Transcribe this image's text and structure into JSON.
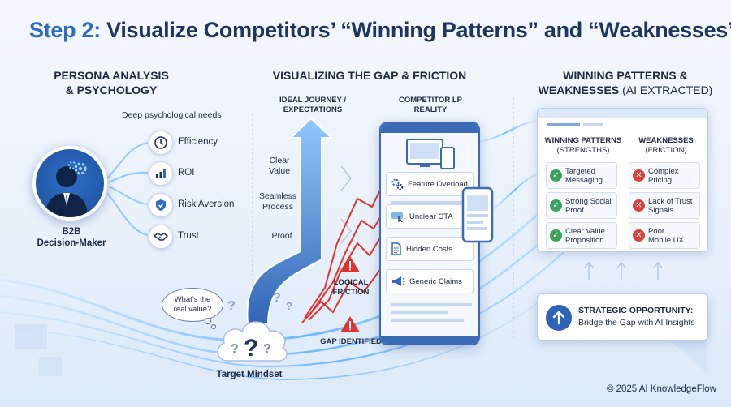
{
  "title": {
    "step": "Step 2:",
    "rest": " Visualize Competitors’ “Winning Patterns” and “Weaknesses”"
  },
  "persona": {
    "heading_line1": "PERSONA ANALYSIS",
    "heading_line2": "& PSYCHOLOGY",
    "needs_caption": "Deep psychological needs",
    "role_line1": "B2B",
    "role_line2": "Decision-Maker",
    "needs": [
      {
        "label": "Efficiency",
        "icon": "clock-icon"
      },
      {
        "label": "ROI",
        "icon": "bar-chart-icon"
      },
      {
        "label": "Risk Aversion",
        "icon": "shield-icon"
      },
      {
        "label": "Trust",
        "icon": "handshake-icon"
      }
    ]
  },
  "gap": {
    "heading": "VISUALIZING THE GAP & FRICTION",
    "ideal_line1": "IDEAL JOURNEY /",
    "ideal_line2": "EXPECTATIONS",
    "competitor_line1": "COMPETITOR LP",
    "competitor_line2": "REALITY",
    "journey": [
      {
        "line1": "Clear",
        "line2": "Value"
      },
      {
        "line1": "Seamless",
        "line2": "Process"
      },
      {
        "line1": "Proof",
        "line2": ""
      }
    ],
    "lp_items": [
      {
        "label": "Feature Overload",
        "icon": "gears-icon"
      },
      {
        "label": "Unclear CTA",
        "icon": "cursor-button-icon"
      },
      {
        "label": "Hidden Costs",
        "icon": "document-icon"
      },
      {
        "label": "Generic Claims",
        "icon": "megaphone-icon"
      }
    ],
    "logical_line1": "LOGICAL",
    "logical_line2": "FRICTION",
    "gap_identified": "GAP IDENTIFIED",
    "bubble_line1": "What’s the",
    "bubble_line2": "real value?",
    "mindset": "Target Mindset"
  },
  "patterns": {
    "heading_line1": "WINNING PATTERNS &",
    "heading_line2_bold": "WEAKNESSES",
    "heading_line2_light": " (AI EXTRACTED)",
    "win_head_line1": "WINNING PATTERNS",
    "win_head_line2": "(STRENGTHS)",
    "weak_head_line1": "WEAKNESSES",
    "weak_head_line2": "(FRICTION)",
    "strengths": [
      {
        "line1": "Targeted",
        "line2": "Messaging"
      },
      {
        "line1": "Strong Social",
        "line2": "Proof"
      },
      {
        "line1": "Clear Value",
        "line2": "Proposition"
      }
    ],
    "weaknesses": [
      {
        "line1": "Complex",
        "line2": "Pricing"
      },
      {
        "line1": "Lack of Trust",
        "line2": "Signals"
      },
      {
        "line1": "Poor",
        "line2": "Mobile UX"
      }
    ],
    "opportunity_title": "STRATEGIC OPPORTUNITY:",
    "opportunity_sub": "Bridge the Gap with AI Insights"
  },
  "footer": "© 2025 AI KnowledgeFlow",
  "colors": {
    "accent": "#2f6bc4",
    "navy": "#1d3561",
    "friction": "#e3322c",
    "success": "#3aa45a",
    "glow": "#7fc4ff"
  }
}
